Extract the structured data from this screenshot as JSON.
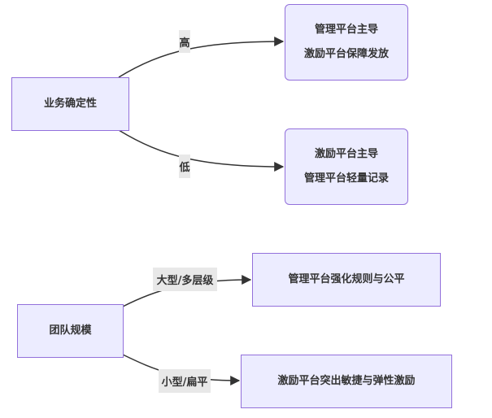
{
  "diagram": {
    "type": "flowchart",
    "direction": "LR",
    "colors": {
      "node_fill": "#ECECFF",
      "node_stroke": "#9370DB",
      "edge": "#333333",
      "edge_label_bg": "#E8E8E8",
      "text": "#333333"
    },
    "nodes": {
      "certainty": {
        "lines": [
          "业务确定性"
        ]
      },
      "high_outcome": {
        "lines": [
          "管理平台主导",
          "激励平台保障发放"
        ]
      },
      "low_outcome": {
        "lines": [
          "激励平台主导",
          "管理平台轻量记录"
        ]
      },
      "team_size": {
        "lines": [
          "团队规模"
        ]
      },
      "large_outcome": {
        "lines": [
          "管理平台强化规则与公平"
        ]
      },
      "small_outcome": {
        "lines": [
          "激励平台突出敏捷与弹性激励"
        ]
      }
    },
    "edges": [
      {
        "from": "certainty",
        "to": "high_outcome",
        "label": "高"
      },
      {
        "from": "certainty",
        "to": "low_outcome",
        "label": "低"
      },
      {
        "from": "team_size",
        "to": "large_outcome",
        "label": "大型/多层级"
      },
      {
        "from": "team_size",
        "to": "small_outcome",
        "label": "小型/扁平"
      }
    ]
  }
}
